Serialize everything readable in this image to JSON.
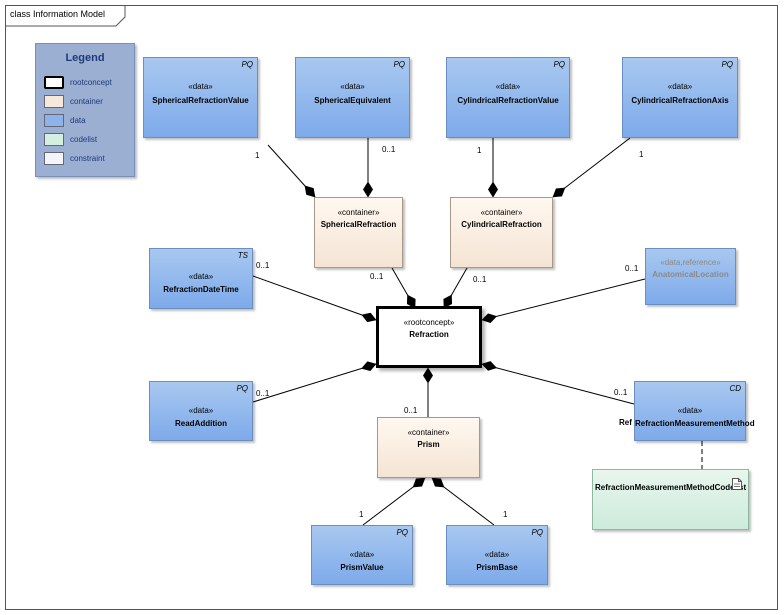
{
  "frame": {
    "label": "class Information Model"
  },
  "legend": {
    "title": "Legend",
    "items": [
      {
        "label": "rootconcept",
        "kind": "root"
      },
      {
        "label": "container",
        "kind": "container"
      },
      {
        "label": "data",
        "kind": "data"
      },
      {
        "label": "codelist",
        "kind": "codelist"
      },
      {
        "label": "constraint",
        "kind": "constraint"
      }
    ]
  },
  "classes": {
    "spherical_refraction_value": {
      "stereotype": "«data»",
      "name": "SphericalRefractionValue",
      "tag": "PQ"
    },
    "spherical_equivalent": {
      "stereotype": "«data»",
      "name": "SphericalEquivalent",
      "tag": "PQ"
    },
    "cylindrical_refraction_value": {
      "stereotype": "«data»",
      "name": "CylindricalRefractionValue",
      "tag": "PQ"
    },
    "cylindrical_refraction_axis": {
      "stereotype": "«data»",
      "name": "CylindricalRefractionAxis",
      "tag": "PQ"
    },
    "spherical_refraction": {
      "stereotype": "«container»",
      "name": "SphericalRefraction"
    },
    "cylindrical_refraction": {
      "stereotype": "«container»",
      "name": "CylindricalRefraction"
    },
    "refraction_date_time": {
      "stereotype": "«data»",
      "name": "RefractionDateTime",
      "tag": "TS"
    },
    "anatomical_location": {
      "stereotype": "«data,reference»",
      "name": "AnatomicalLocation"
    },
    "refraction": {
      "stereotype": "«rootconcept»",
      "name": "Refraction"
    },
    "read_addition": {
      "stereotype": "«data»",
      "name": "ReadAddition",
      "tag": "PQ"
    },
    "refraction_measurement_method": {
      "stereotype": "«data»",
      "name": "RefractionMeasurementMethod",
      "tag": "CD"
    },
    "prism": {
      "stereotype": "«container»",
      "name": "Prism"
    },
    "refraction_measurement_method_codelist": {
      "name": "RefractionMeasurementMethodCodelist"
    },
    "prism_value": {
      "stereotype": "«data»",
      "name": "PrismValue",
      "tag": "PQ"
    },
    "prism_base": {
      "stereotype": "«data»",
      "name": "PrismBase",
      "tag": "PQ"
    }
  },
  "cut_label": "Ref",
  "multiplicities": {
    "srv": "1",
    "se": "0..1",
    "crv": "1",
    "cra": "1",
    "sr_root": "0..1",
    "cr_root": "0..1",
    "rdt": "0..1",
    "al": "0..1",
    "ra": "0..1",
    "rmm": "0..1",
    "prism_root": "0..1",
    "pv": "1",
    "pb": "1"
  }
}
